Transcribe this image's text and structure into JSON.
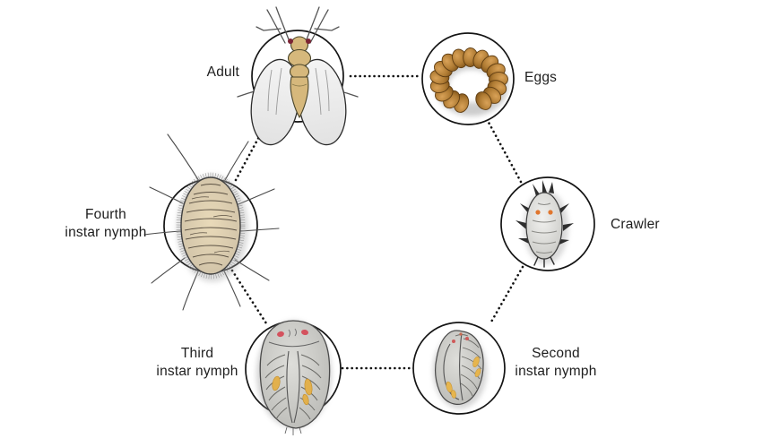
{
  "diagram": {
    "type": "life-cycle",
    "subject": "scale insect / whitefly life stages",
    "connector_style": "dotted",
    "background": "#ffffff",
    "cycle_order": [
      "Adult",
      "Eggs",
      "Crawler",
      "Second instar nymph",
      "Third instar nymph",
      "Fourth instar nymph"
    ]
  },
  "stages": [
    {
      "id": "adult",
      "label": "Adult",
      "label_lines": [
        "Adult"
      ],
      "label_side": "left"
    },
    {
      "id": "eggs",
      "label": "Eggs",
      "label_lines": [
        "Eggs"
      ],
      "label_side": "right"
    },
    {
      "id": "crawler",
      "label": "Crawler",
      "label_lines": [
        "Crawler"
      ],
      "label_side": "right"
    },
    {
      "id": "second",
      "label": "Second instar nymph",
      "label_lines": [
        "Second",
        "instar nymph"
      ],
      "label_side": "right"
    },
    {
      "id": "third",
      "label": "Third instar nymph",
      "label_lines": [
        "Third",
        "instar nymph"
      ],
      "label_side": "left"
    },
    {
      "id": "fourth",
      "label": "Fourth instar nymph",
      "label_lines": [
        "Fourth",
        "instar nymph"
      ],
      "label_side": "left"
    }
  ],
  "connections": [
    {
      "from": "Adult",
      "to": "Eggs"
    },
    {
      "from": "Eggs",
      "to": "Crawler"
    },
    {
      "from": "Crawler",
      "to": "Second instar nymph"
    },
    {
      "from": "Second instar nymph",
      "to": "Third instar nymph"
    },
    {
      "from": "Third instar nymph",
      "to": "Fourth instar nymph"
    },
    {
      "from": "Fourth instar nymph",
      "to": "Adult"
    }
  ],
  "palette": {
    "outline_black": "#141414",
    "label_text": "#1e1e1e",
    "egg_brown": "#a87430",
    "adult_body_tan": "#d6b87c",
    "adult_eye_dark_red": "#7c2535",
    "wing_grey": "#e9e9e9",
    "nymph_grey": "#cfcfcb",
    "fourth_instar_tan": "#e4d5b5",
    "nymph_eye_red": "#d4525e",
    "crawler_eye_orange": "#e0762e",
    "wax_patch_yellow": "#e2b04c"
  }
}
